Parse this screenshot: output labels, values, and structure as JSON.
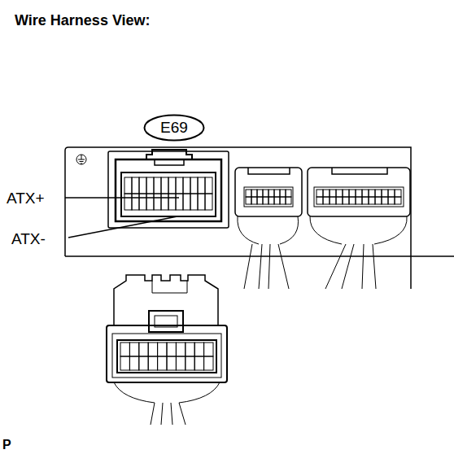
{
  "diagram": {
    "title": "Wire Harness View:",
    "nodes": [
      {
        "text": [
          "E69"
        ]
      }
    ],
    "labels": [
      "ATX+",
      "ATX-",
      "P"
    ]
  }
}
